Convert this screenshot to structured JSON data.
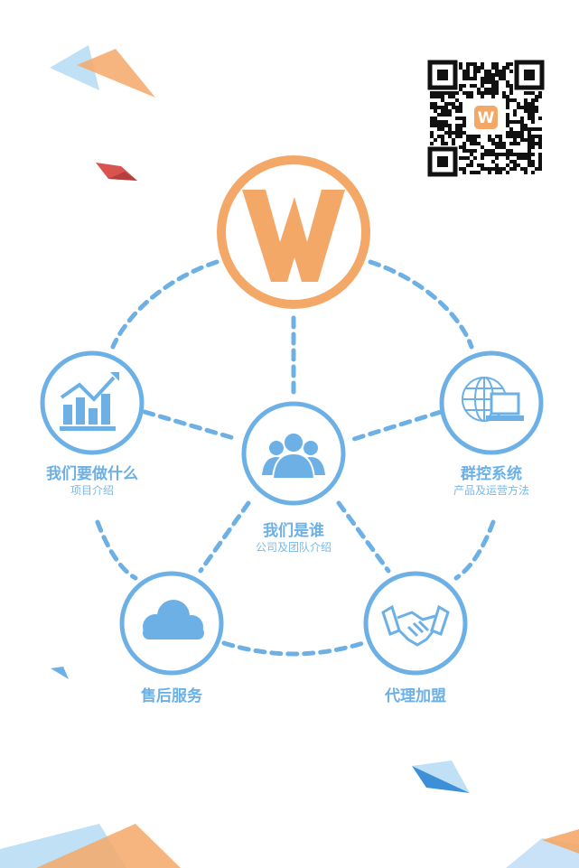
{
  "colors": {
    "accent_blue": "#6cb0e6",
    "accent_orange": "#f4a868",
    "light_blue": "#c9e2f7"
  },
  "logo": {
    "icon": "w-logo-icon",
    "letter": "W"
  },
  "qr": {
    "icon": "qr-code-icon",
    "badge_letter": "W"
  },
  "center": {
    "title": "我们是谁",
    "subtitle": "公司及团队介绍",
    "icon": "team-icon"
  },
  "nodes": [
    {
      "key": "what",
      "title": "我们要做什么",
      "subtitle": "项目介绍",
      "icon": "growth-chart-icon"
    },
    {
      "key": "system",
      "title": "群控系统",
      "subtitle": "产品及运营方法",
      "icon": "globe-laptop-icon"
    },
    {
      "key": "service",
      "title": "售后服务",
      "subtitle": "",
      "icon": "cloud-icon"
    },
    {
      "key": "agent",
      "title": "代理加盟",
      "subtitle": "",
      "icon": "handshake-icon"
    }
  ]
}
